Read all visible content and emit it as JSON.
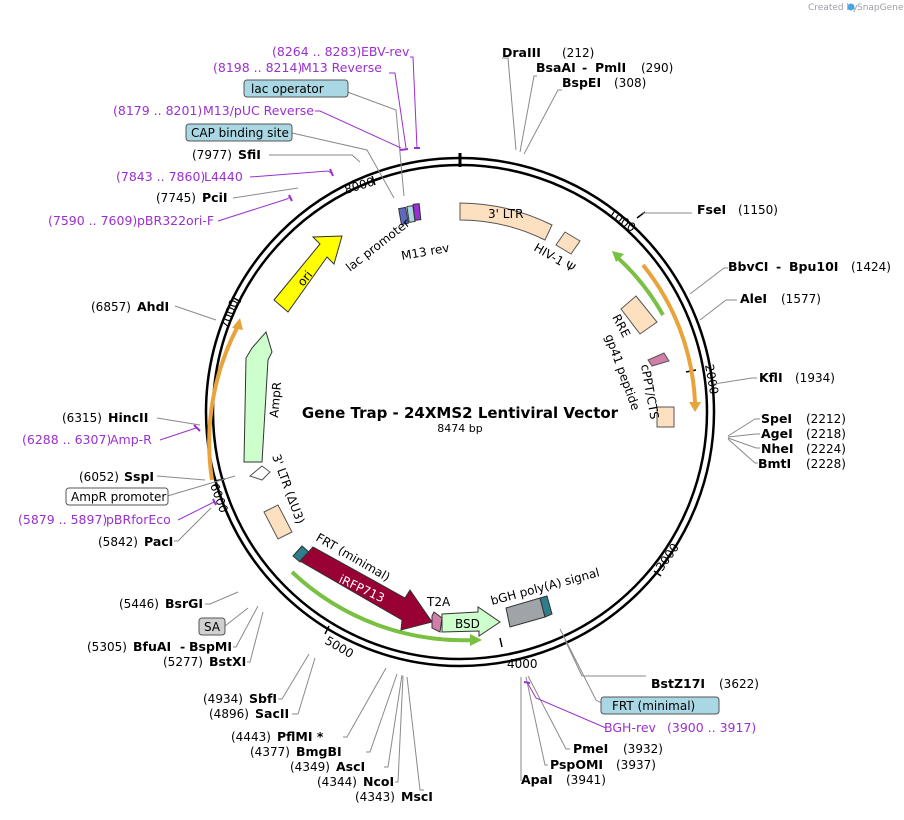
{
  "credit": {
    "prefix": "Created by",
    "brand": "SnapGene"
  },
  "title": "Gene Trap - 24XMS2 Lentiviral Vector",
  "length": "8474 bp",
  "ticks": [
    "1000",
    "2000",
    "3000",
    "4000",
    "5000",
    "6000",
    "7000",
    "8000"
  ],
  "enzymes": [
    {
      "name": "DraIII",
      "pos": "(212)"
    },
    {
      "name": "BsaAI",
      "name2": "PmlI",
      "pos": "(290)"
    },
    {
      "name": "BspEI",
      "pos": "(308)"
    },
    {
      "name": "FseI",
      "pos": "(1150)"
    },
    {
      "name": "BbvCI",
      "name2": "Bpu10I",
      "pos": "(1424)"
    },
    {
      "name": "AleI",
      "pos": "(1577)"
    },
    {
      "name": "KflI",
      "pos": "(1934)"
    },
    {
      "name": "SpeI",
      "pos": "(2212)"
    },
    {
      "name": "AgeI",
      "pos": "(2218)"
    },
    {
      "name": "NheI",
      "pos": "(2224)"
    },
    {
      "name": "BmtI",
      "pos": "(2228)"
    },
    {
      "name": "BstZ17I",
      "pos": "(3622)"
    },
    {
      "name": "PmeI",
      "pos": "(3932)"
    },
    {
      "name": "PspOMI",
      "pos": "(3937)"
    },
    {
      "name": "ApaI",
      "pos": "(3941)"
    },
    {
      "name": "MscI",
      "pos": "(4343)"
    },
    {
      "name": "NcoI",
      "pos": "(4344)"
    },
    {
      "name": "AscI",
      "pos": "(4349)"
    },
    {
      "name": "BmgBI",
      "pos": "(4377)"
    },
    {
      "name": "PflMI *",
      "pos": "(4443)"
    },
    {
      "name": "SacII",
      "pos": "(4896)"
    },
    {
      "name": "SbfI",
      "pos": "(4934)"
    },
    {
      "name": "BstXI",
      "pos": "(5277)"
    },
    {
      "name": "BfuAI",
      "name2": "BspMI",
      "pos": "(5305)"
    },
    {
      "name": "BsrGI",
      "pos": "(5446)"
    },
    {
      "name": "PacI",
      "pos": "(5842)"
    },
    {
      "name": "SspI",
      "pos": "(6052)"
    },
    {
      "name": "HincII",
      "pos": "(6315)"
    },
    {
      "name": "AhdI",
      "pos": "(6857)"
    },
    {
      "name": "PciI",
      "pos": "(7745)"
    },
    {
      "name": "SfiI",
      "pos": "(7977)"
    }
  ],
  "primers": [
    {
      "name": "EBV-rev",
      "range": "(8264 .. 8283)"
    },
    {
      "name": "M13 Reverse",
      "range": "(8198 .. 8214)"
    },
    {
      "name": "M13/pUC Reverse",
      "range": "(8179 .. 8201)"
    },
    {
      "name": "L4440",
      "range": "(7843 .. 7860)"
    },
    {
      "name": "pBR322ori-F",
      "range": "(7590 .. 7609)"
    },
    {
      "name": "Amp-R",
      "range": "(6288 .. 6307)"
    },
    {
      "name": "pBRforEco",
      "range": "(5879 .. 5897)"
    },
    {
      "name": "BGH-rev",
      "range": "(3900 .. 3917)"
    }
  ],
  "boxed_labels": [
    "lac operator",
    "CAP binding site",
    "AmpR promoter",
    "SA",
    "FRT (minimal)"
  ],
  "features": [
    "3' LTR",
    "HIV-1 Ψ",
    "RRE",
    "gp41 peptide",
    "cPPT/CTS",
    "lac promoter",
    "M13 rev",
    "ori",
    "AmpR",
    "3' LTR (ΔU3)",
    "FRT (minimal)",
    "iRFP713",
    "T2A",
    "BSD",
    "bGH poly(A) signal"
  ],
  "colors": {
    "primer": "#9b30d0",
    "ltr": "#fde0c0",
    "ori": "#ffff00",
    "ampr": "#ccffcc",
    "irfp": "#990033",
    "bsd": "#ccffcc",
    "polya": "#a0a4a8",
    "lacop": "#a9d8e4",
    "ring": "#000000"
  }
}
